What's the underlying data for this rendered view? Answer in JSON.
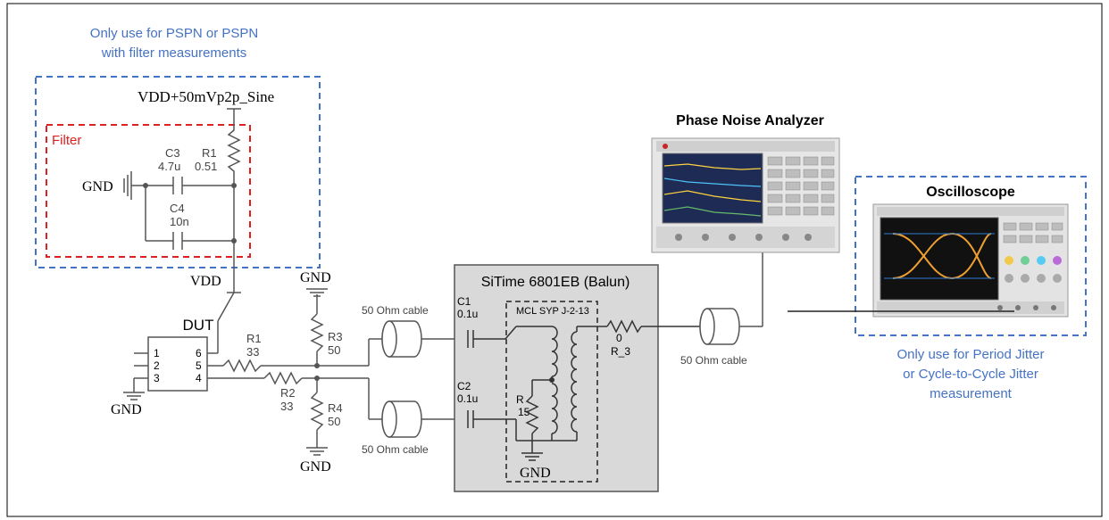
{
  "notes": {
    "pspn_line1": "Only use for PSPN or PSPN",
    "pspn_line2": "with filter measurements",
    "jitter_line1": "Only use for Period Jitter",
    "jitter_line2": "or Cycle-to-Cycle Jitter",
    "jitter_line3": "measurement"
  },
  "filter": {
    "label": "Filter",
    "supply": "VDD+50mVp2p_Sine",
    "gnd": "GND",
    "c3_name": "C3",
    "c3_value": "4.7u",
    "c4_name": "C4",
    "c4_value": "10n",
    "r1_name": "R1",
    "r1_value": "0.51"
  },
  "dut": {
    "title": "DUT",
    "vdd": "VDD",
    "pins": [
      "1",
      "2",
      "3",
      "4",
      "5",
      "6"
    ],
    "gnd": "GND"
  },
  "output_network": {
    "r1_name": "R1",
    "r1_value": "33",
    "r2_name": "R2",
    "r2_value": "33",
    "r3_name": "R3",
    "r3_value": "50",
    "r4_name": "R4",
    "r4_value": "50",
    "gnd_top": "GND",
    "gnd_bottom": "GND"
  },
  "cables": {
    "top": "50 Ohm cable",
    "bottom": "50 Ohm cable",
    "output": "50 Ohm cable"
  },
  "balun": {
    "title": "SiTime 6801EB (Balun)",
    "c1_name": "C1",
    "c1_value": "0.1u",
    "c2_name": "C2",
    "c2_value": "0.1u",
    "transformer": "MCL SYP J-2-13",
    "r_name": "R",
    "r_value": "15",
    "r3_value": "0",
    "r3_name": "R_3",
    "gnd": "GND"
  },
  "instruments": {
    "phase_noise": "Phase Noise Analyzer",
    "oscilloscope": "Oscilloscope"
  },
  "colors": {
    "blue_note": "#4472c4",
    "red_filter": "#e02020",
    "balun_fill": "#d9d9d9",
    "wire": "#555555"
  }
}
